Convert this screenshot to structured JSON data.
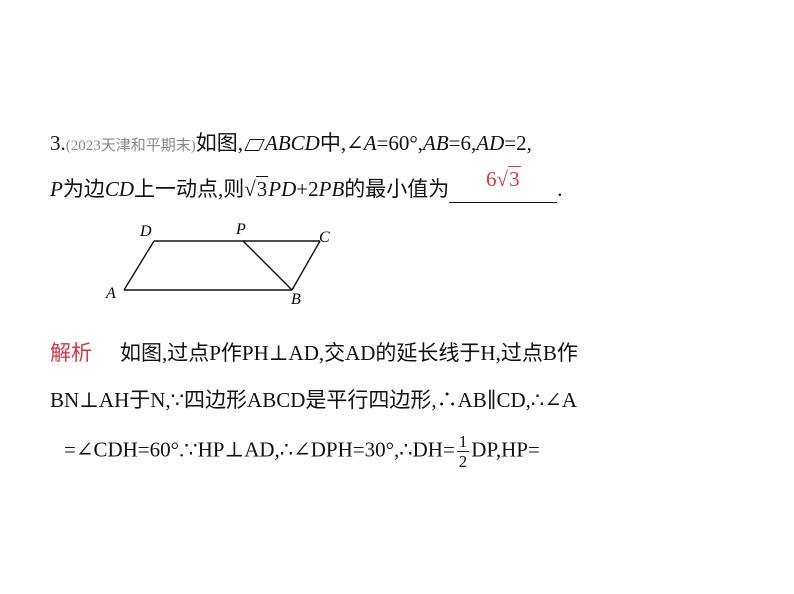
{
  "problem": {
    "number": "3.",
    "source": "(2023天津和平期末)",
    "line1": {
      "t1": "如图,",
      "t2": "ABCD",
      "t3": "中,∠",
      "t4": "A",
      "t5": "=60°,",
      "t6": "AB",
      "t7": "=6,",
      "t8": "AD",
      "t9": "=2,"
    },
    "line2": {
      "t1": "P",
      "t2": "为边",
      "t3": "CD",
      "t4": "上一动点,则",
      "t5": "3",
      "t6": "PD",
      "t7": "+2",
      "t8": "PB",
      "t9": "的最小值为",
      "answer_coef": "6",
      "answer_rad": "3",
      "end": "."
    }
  },
  "figure": {
    "labels": {
      "D": "D",
      "P": "P",
      "C": "C",
      "A": "A",
      "B": "B"
    }
  },
  "solution": {
    "label": "解析",
    "line1": "如图,过点P作PH⊥AD,交AD的延长线于H,过点B作",
    "line2": "BN⊥AH于N,∵四边形ABCD是平行四边形,∴AB∥CD,∴∠A",
    "line3a": "=∠CDH=60°.∵HP⊥AD,∴∠DPH=30°,∴DH=",
    "frac_num": "1",
    "frac_den": "2",
    "line3b": "DP,HP="
  },
  "colors": {
    "accent_red": "#d9363e",
    "source_gray": "#8a8a8a"
  }
}
